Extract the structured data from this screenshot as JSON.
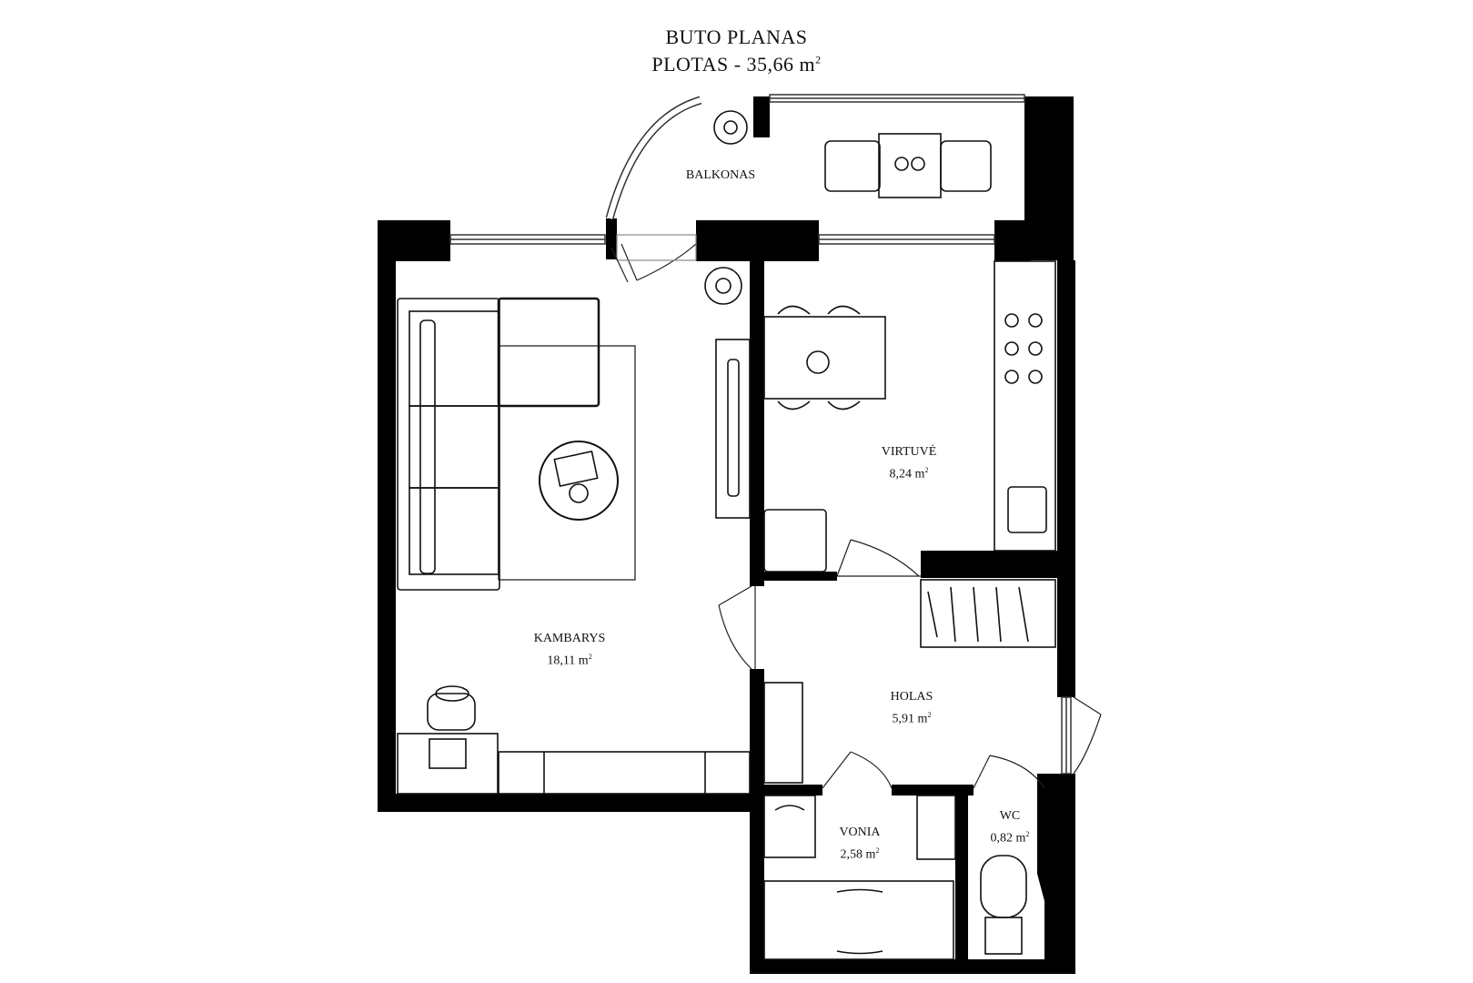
{
  "title": {
    "line1": "BUTO PLANAS",
    "line2_prefix": "PLOTAS - 35,66 m",
    "line2_sup": "2"
  },
  "rooms": {
    "balkonas": {
      "name": "BALKONAS"
    },
    "kambarys": {
      "name": "KAMBARYS",
      "area": "18,11 m",
      "sup": "2"
    },
    "virtuve": {
      "name": "VIRTUVĖ",
      "area": "8,24 m",
      "sup": "2"
    },
    "holas": {
      "name": "HOLAS",
      "area": "5,91 m",
      "sup": "2"
    },
    "vonia": {
      "name": "VONIA",
      "area": "2,58 m",
      "sup": "2"
    },
    "wc": {
      "name": "WC",
      "area": "0,82 m",
      "sup": "2"
    }
  },
  "colors": {
    "wall": "#000000",
    "line": "#222222",
    "background": "#ffffff"
  },
  "icons": [
    "potted-plant-icon",
    "sofa-icon",
    "coffee-table-icon",
    "tv-icon",
    "dining-table-icon",
    "chair-icon",
    "stove-icon",
    "sink-icon",
    "bathtub-icon",
    "toilet-icon",
    "desk-icon",
    "laptop-icon",
    "office-chair-icon",
    "wardrobe-icon",
    "washing-machine-icon",
    "door-icon",
    "window-icon"
  ]
}
